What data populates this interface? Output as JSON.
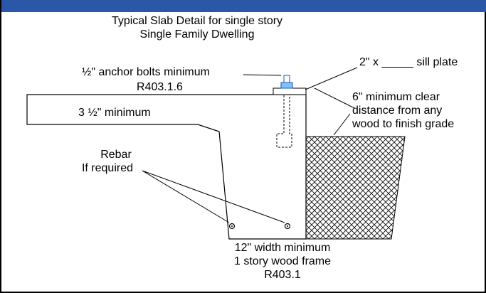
{
  "colors": {
    "title_bar": "#2b57a8",
    "ink": "#000000",
    "bolt_fill": "#7ec4f0",
    "bolt_stroke": "#1a4fd1",
    "background": "#ffffff"
  },
  "title": {
    "line1": "Typical Slab Detail for single story",
    "line2": "Single Family Dwelling"
  },
  "labels": {
    "anchor_bolts": "½\" anchor bolts minimum",
    "anchor_ref": "R403.1.6",
    "sill_plate": "2\" x _____ sill plate",
    "slab_thickness": "3 ½\" minimum",
    "clearance_line1": "6\" minimum clear",
    "clearance_line2": "distance from any",
    "clearance_line3": "wood to finish grade",
    "rebar_line1": "Rebar",
    "rebar_line2": "If required",
    "width_line1": "12\" width minimum",
    "width_line2": "1 story wood frame",
    "width_ref": "R403.1"
  }
}
